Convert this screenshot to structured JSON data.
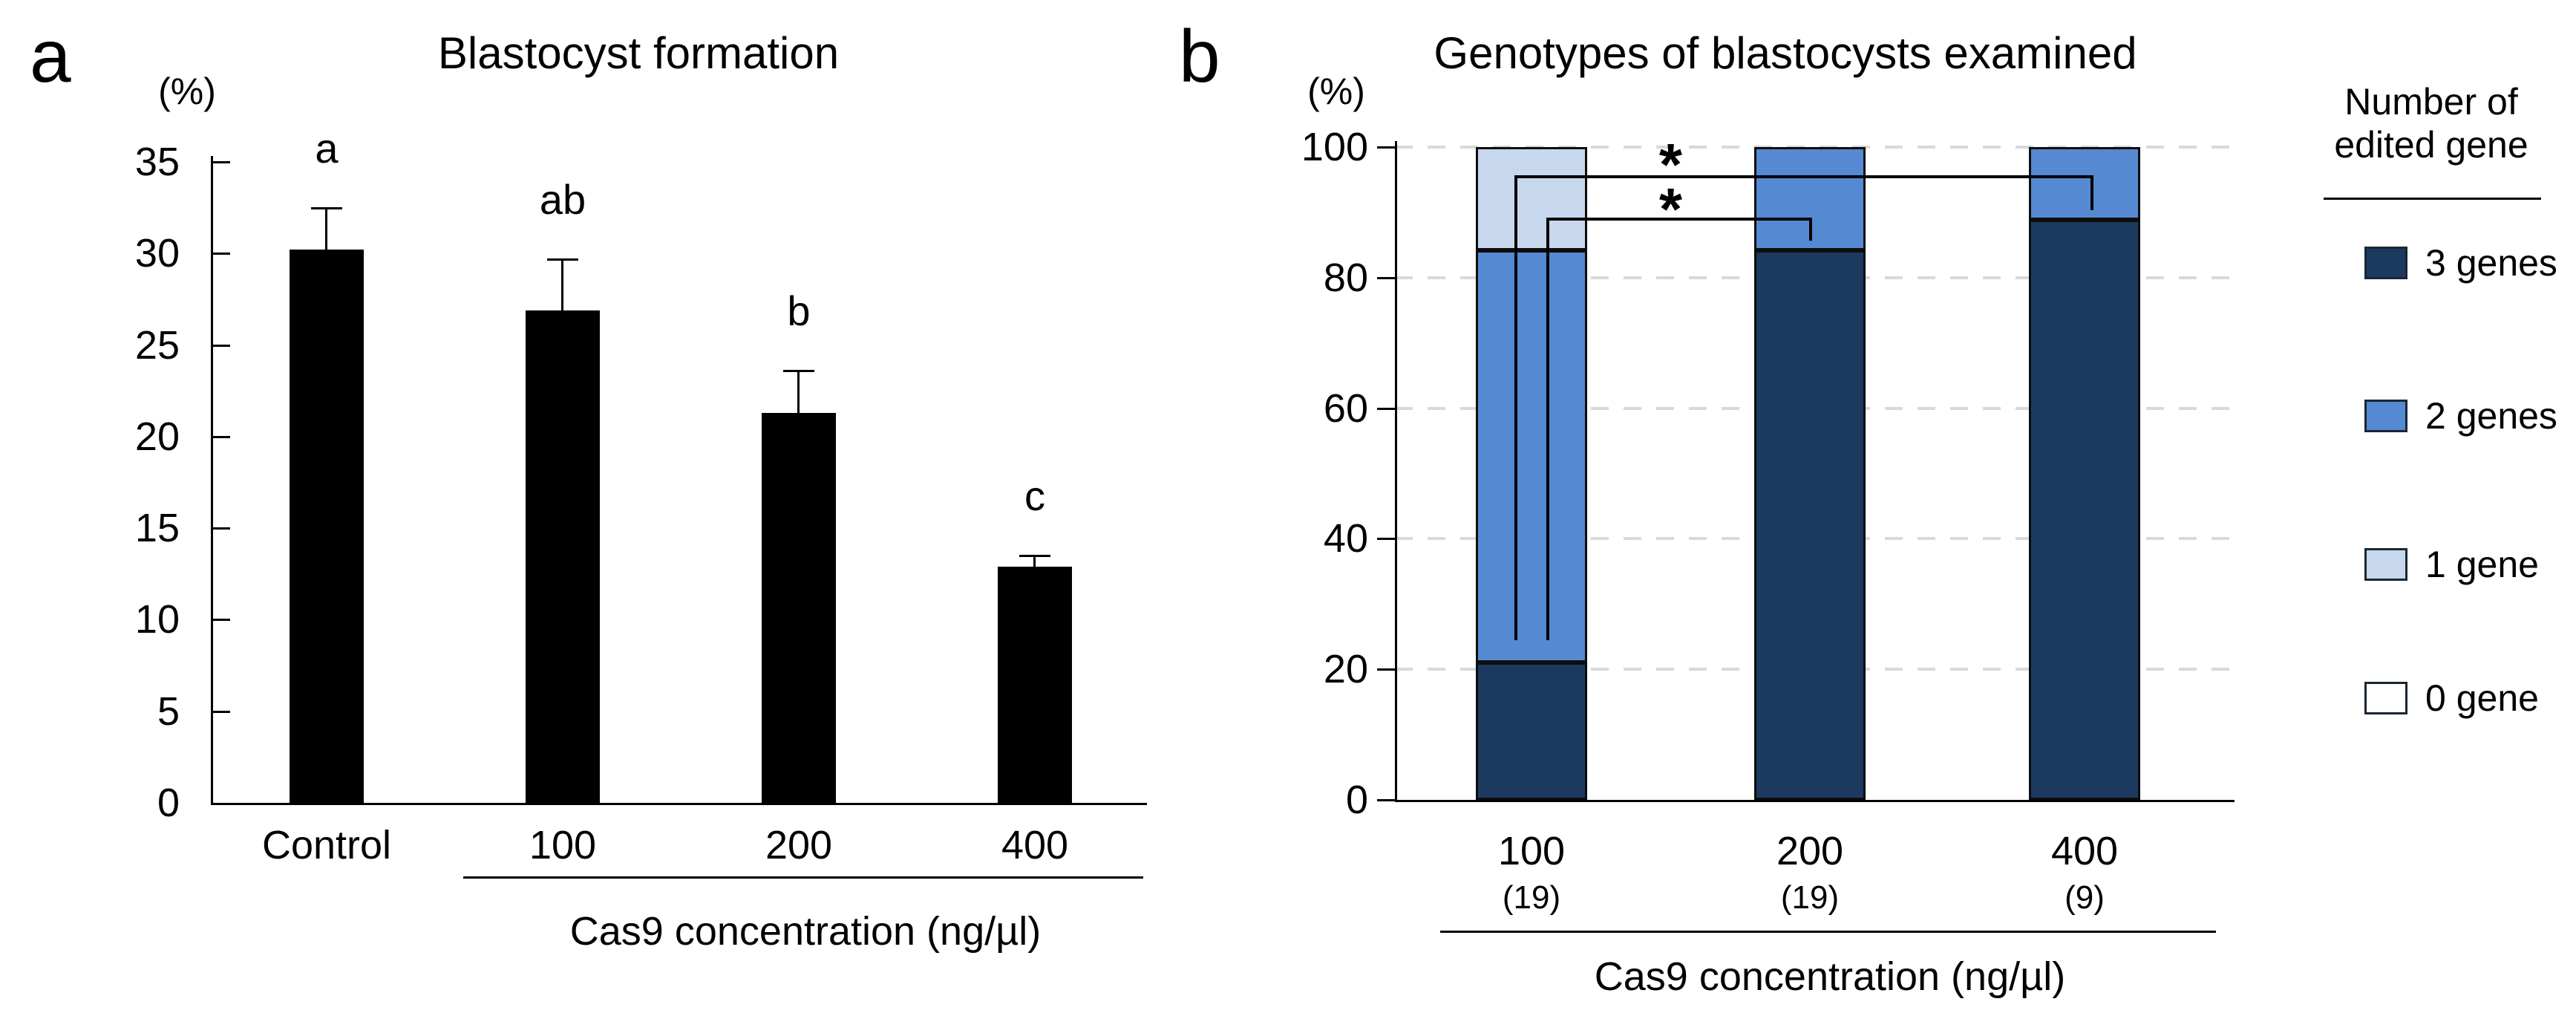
{
  "figure": {
    "panel_a": {
      "label": "a",
      "title": "Blastocyst formation",
      "y_unit": "(%)",
      "x_axis_title": "Cas9 concentration (ng/µl)"
    },
    "panel_b": {
      "label": "b",
      "title": "Genotypes of blastocysts examined",
      "y_unit": "(%)",
      "x_axis_title": "Cas9 concentration (ng/µl)",
      "legend": {
        "title_line1": "Number of",
        "title_line2": "edited gene"
      }
    }
  },
  "chart_data": [
    {
      "panel": "a",
      "type": "bar",
      "title": "Blastocyst formation",
      "y_unit": "(%)",
      "ylim": [
        0,
        35
      ],
      "ytick_step": 5,
      "grid": false,
      "categories": [
        "Control",
        "100",
        "200",
        "400"
      ],
      "values": [
        30.2,
        26.9,
        21.3,
        12.9
      ],
      "error_plus": [
        2.3,
        2.8,
        2.3,
        0.6
      ],
      "sig_letters": [
        "a",
        "ab",
        "b",
        "c"
      ],
      "bar_color": "#000000",
      "xlabel": "Cas9 concentration (ng/µl)",
      "xlabel_group_categories": [
        "100",
        "200",
        "400"
      ]
    },
    {
      "panel": "b",
      "type": "stacked_bar",
      "title": "Genotypes of blastocysts examined",
      "y_unit": "(%)",
      "ylim": [
        0,
        100
      ],
      "ytick_step": 20,
      "grid": "dashed",
      "grid_color": "#D9D9D9",
      "categories": [
        "100",
        "200",
        "400"
      ],
      "n_labels": [
        "(19)",
        "(19)",
        "(9)"
      ],
      "series": [
        {
          "name": "3 genes",
          "color": "#1C3A5F",
          "values": [
            21.1,
            84.2,
            88.9
          ]
        },
        {
          "name": "2 genes",
          "color": "#5589D1",
          "values": [
            63.1,
            15.8,
            11.1
          ]
        },
        {
          "name": "1 gene",
          "color": "#C7D8EE",
          "values": [
            15.8,
            0,
            0
          ]
        },
        {
          "name": "0 gene",
          "color": "#FFFFFF",
          "values": [
            0,
            0,
            0
          ]
        }
      ],
      "significance": [
        {
          "symbol": "*",
          "y_pct": 95.7,
          "from_category": "100",
          "to_category": "400",
          "left_drop_pct": 24.5,
          "right_drop_pct": 90.3
        },
        {
          "symbol": "*",
          "y_pct": 89.2,
          "from_category": "100",
          "to_category": "200",
          "left_drop_pct": 24.5,
          "right_drop_pct": 85.7
        }
      ],
      "xlabel": "Cas9 concentration (ng/µl)",
      "legend_title": "Number of edited gene"
    }
  ]
}
